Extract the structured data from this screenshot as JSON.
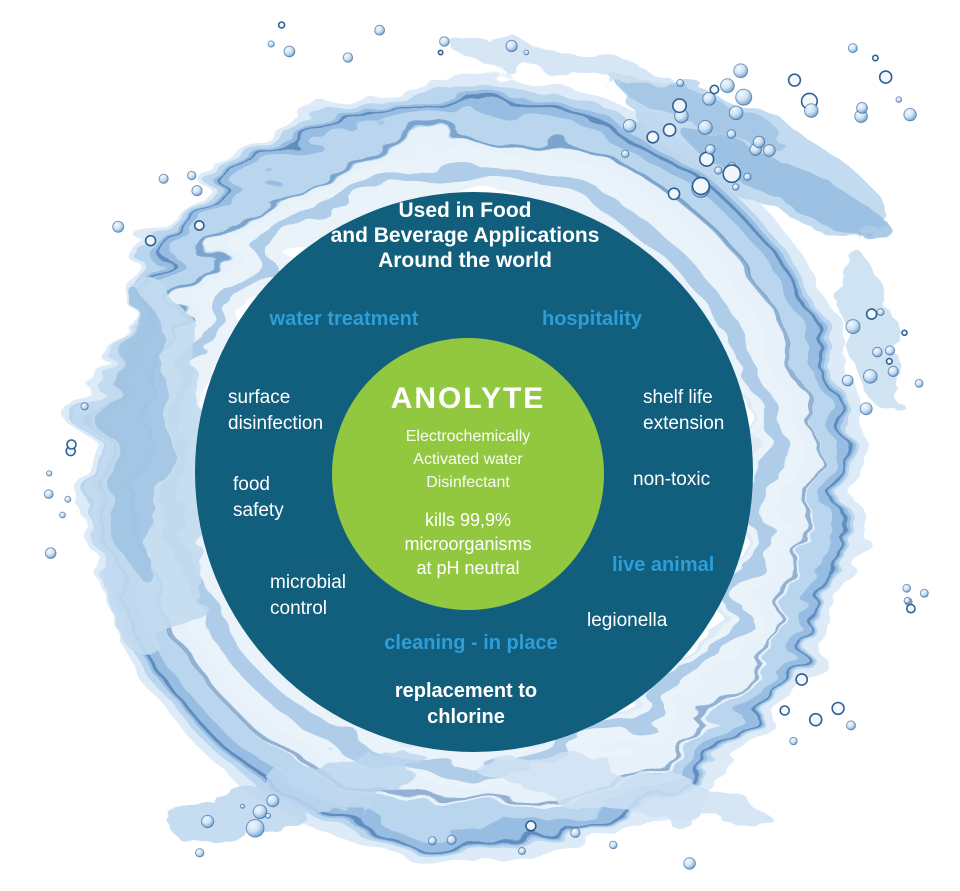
{
  "title": "Used in Food\nand Beverage Applications\nAround the world",
  "center": {
    "product_name": "ANOLYTE",
    "description": "Electrochemically\nActivated water\nDisinfectant",
    "claim": "kills 99,9%\nmicroorganisms\nat pH neutral"
  },
  "labels": {
    "water_treatment": "water treatment",
    "hospitality": "hospitality",
    "surface_disinfection": "surface\ndisinfection",
    "shelf_life_extension": "shelf life\nextension",
    "food_safety": "food\nsafety",
    "non_toxic": "non-toxic",
    "microbial_control": "microbial\ncontrol",
    "live_animal": "live animal",
    "legionella": "legionella",
    "cleaning_in_place": "cleaning - in place",
    "replacement_to_chlorine": "replacement to\nchlorine"
  },
  "colors": {
    "background": "#ffffff",
    "outer_circle": "#125e7d",
    "inner_circle": "#92c83f",
    "accent_text": "#2d9ed8",
    "text": "#ffffff",
    "water_light": "#dcebf7",
    "water_mid": "#a9cbe9",
    "water_deep": "#7babd6",
    "water_dark": "#2a5b97"
  }
}
